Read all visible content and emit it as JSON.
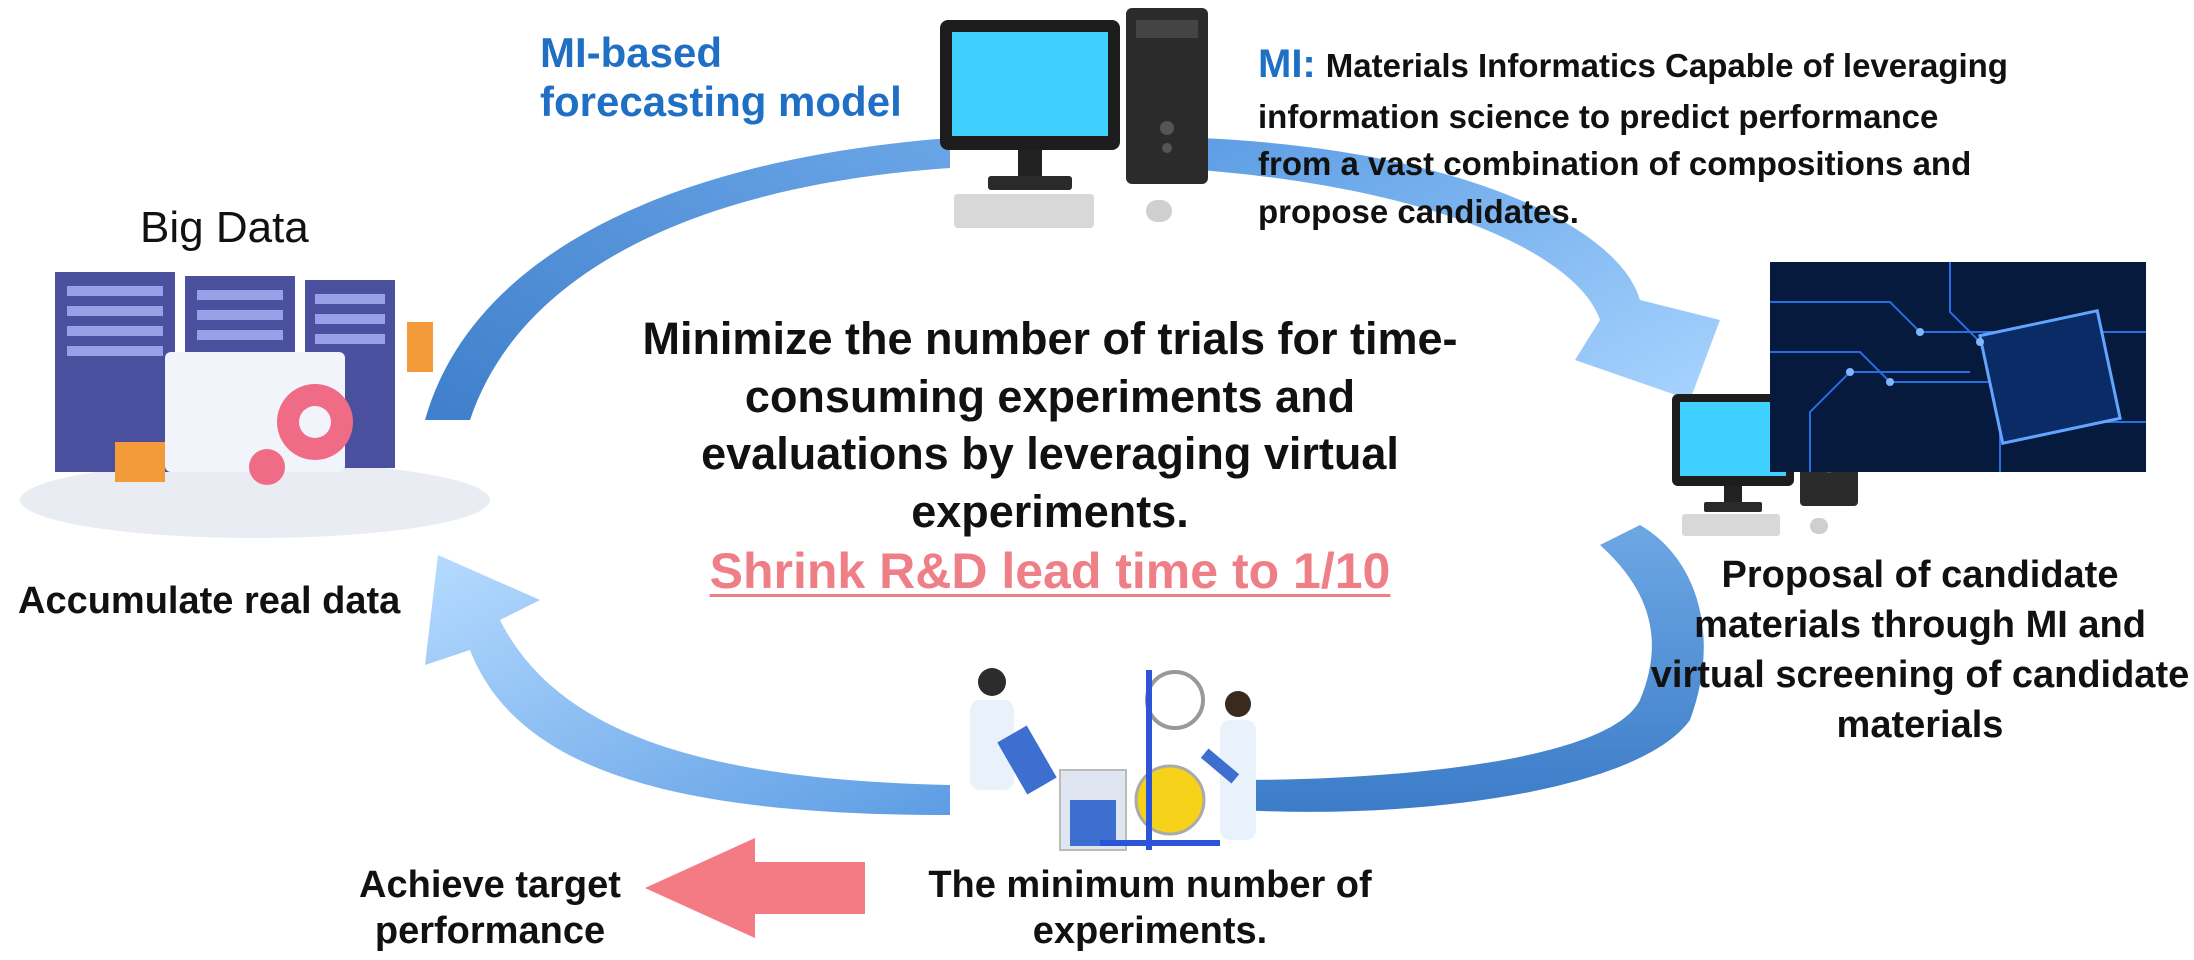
{
  "texts": {
    "mi_model_line1": "MI-based",
    "mi_model_line2": "forecasting model",
    "mi_key": "MI:",
    "mi_definition": "Materials Informatics Capable of leveraging information science to predict performance from a vast combination of compositions and propose candidates.",
    "big_data": "Big Data",
    "accumulate": "Accumulate real data",
    "center_statement": "Minimize the number of trials for time-consuming experiments and evaluations by leveraging virtual experiments.",
    "shrink": "Shrink R&D lead time to 1/10",
    "proposal": "Proposal of candidate materials through MI and virtual screening of candidate materials",
    "min_experiments": "The minimum number of experiments.",
    "achieve": "Achieve target performance"
  },
  "icons": {
    "computer_top": "desktop-computer-icon",
    "computer_right": "desktop-computer-icon",
    "datacenter": "server-racks-illustration",
    "circuit": "circuit-board-image",
    "lab": "laboratory-scientists-illustration"
  },
  "colors": {
    "accent_blue": "#1f6fc4",
    "arrow_dark": "#4f8fd3",
    "arrow_light": "#a9d4ff",
    "highlight_pink": "#ef7f86",
    "screen_cyan": "#3fd0ff"
  }
}
